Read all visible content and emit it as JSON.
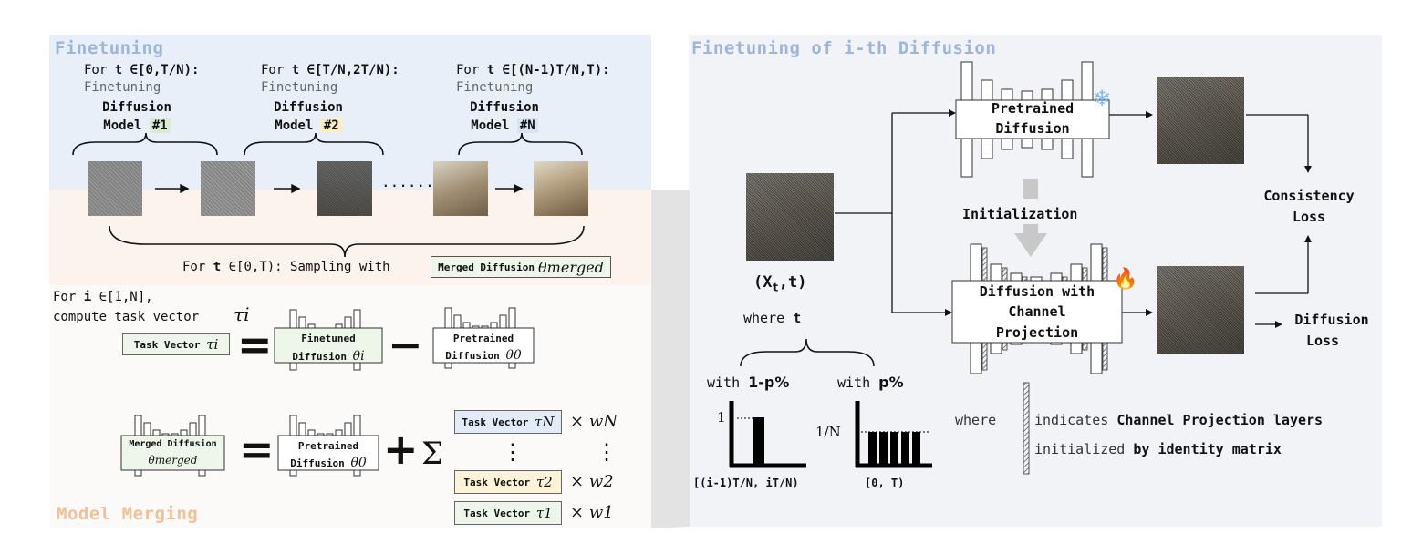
{
  "left": {
    "finetuning_title": "Finetuning",
    "groups": [
      {
        "range": "For t ∈[0,T/N):",
        "t": "t",
        "range_pre": "For ",
        "range_post": " ∈[0,T/N):",
        "ft": "Finetuning",
        "line1": "Diffusion",
        "model": "Model",
        "tag": "#1"
      },
      {
        "range_pre": "For ",
        "t": "t",
        "range_post": " ∈[T/N,2T/N):",
        "ft": "Finetuning",
        "line1": "Diffusion",
        "model": "Model",
        "tag": "#2"
      },
      {
        "range_pre": "For ",
        "t": "t",
        "range_post": " ∈[(N-1)T/N,T):",
        "ft": "Finetuning",
        "line1": "Diffusion",
        "model": "Model",
        "tag": "#N"
      }
    ],
    "ellipsis": "......",
    "sampling_pre": "For ",
    "sampling_t": "t",
    "sampling_post": " ∈[0,T): Sampling with",
    "merged_box": "Merged Diffusion",
    "merged_symbol": "θmerged",
    "for_i_pre": "For ",
    "for_i_var": "i",
    "for_i_post": " ∈[1,N],",
    "compute": "compute task vector",
    "tau_i": "τi",
    "task_vector": "Task Vector",
    "finetuned_l1": "Finetuned",
    "finetuned_l2": "Diffusion",
    "theta_i": "θi",
    "pretrained_l1": "Pretrained",
    "pretrained_l2": "Diffusion",
    "theta_0": "θ0",
    "merged_l1": "Merged Diffusion",
    "theta_merged": "θmerged",
    "tau_N": "τN",
    "tau_2": "τ2",
    "tau_1": "τ1",
    "w_N": "wN",
    "w_2": "w2",
    "w_1": "w1",
    "times": "×",
    "vdots": "⋮",
    "sigma": "Σ",
    "plus": "+",
    "minus": "−",
    "equals": "=",
    "model_merging_title": "Model Merging"
  },
  "right": {
    "title": "Finetuning of i-th Diffusion",
    "pretrained": "Pretrained\nDiffusion",
    "pretrained_l1": "Pretrained",
    "pretrained_l2": "Diffusion",
    "initialization": "Initialization",
    "cp_l1": "Diffusion with",
    "cp_l2": "Channel",
    "cp_l3": "Projection",
    "input_label": "(X",
    "input_sub": "t",
    "input_post": ",t)",
    "where_t_pre": "where ",
    "where_t_var": "t",
    "with_left": "with ",
    "with_left_val": "1-p%",
    "with_right": "with ",
    "with_right_val": "p%",
    "y_one": "1",
    "y_one_over_n": "1/N",
    "x_left": "[(i-1)T/N, iT/N)",
    "x_right": "[0, T)",
    "consistency_l1": "Consistency",
    "consistency_l2": "Loss",
    "diffusion_loss_l1": "Diffusion",
    "diffusion_loss_l2": "Loss",
    "where": "where",
    "indicates": "indicates ",
    "cp_layers": "Channel Projection layers",
    "initialized": "initialized ",
    "by_identity": "by identity matrix",
    "snowflake": "❄",
    "fire": "🔥"
  },
  "colors": {
    "finetuning_title": "#9cb6da",
    "model_merging_title": "#f2c097",
    "panel_blue": "#e8eff8",
    "panel_orange": "#fbf3ec",
    "panel_right": "#f1f3f6"
  },
  "icons": [
    "snowflake-icon",
    "fire-icon",
    "arrow-icon",
    "brace-icon",
    "unet-icon"
  ]
}
